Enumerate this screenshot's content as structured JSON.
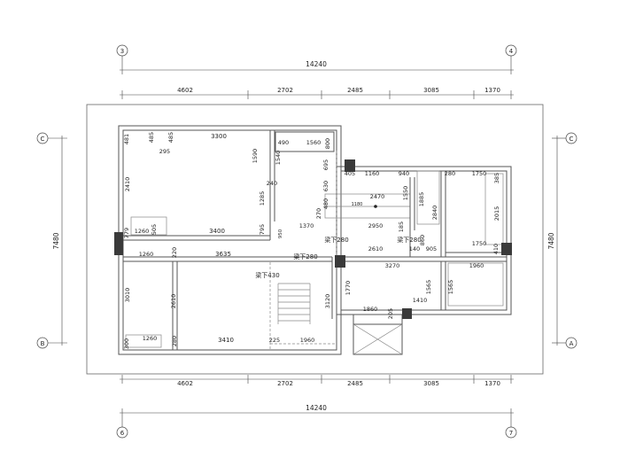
{
  "axes": {
    "top_left": "3",
    "top_right": "4",
    "bottom_left": "6",
    "bottom_right": "7",
    "left_top": "C",
    "left_bottom": "B",
    "right_top": "C",
    "right_bottom": "A"
  },
  "overall": {
    "top_total": "14240",
    "bottom_total": "14240",
    "left_total": "7480",
    "right_total": "7480"
  },
  "segments": {
    "top": [
      "4602",
      "2702",
      "2485",
      "3085",
      "1370"
    ],
    "bottom": [
      "4602",
      "2702",
      "2485",
      "3085",
      "1370"
    ]
  },
  "dims": {
    "d481": "481",
    "d485a": "485",
    "d485b": "485",
    "d3300": "3300",
    "d295": "295",
    "d1590": "1590",
    "d490": "490",
    "d1560": "1560",
    "d800": "800",
    "d1540": "1540",
    "d695": "695",
    "d405": "405",
    "d1160": "1160",
    "d940": "940",
    "d280a": "280",
    "d1750a": "1750",
    "d385": "385",
    "d2410": "2410",
    "d240": "240",
    "d630": "630",
    "d2470": "2470",
    "d1550": "1550",
    "d1885": "1885",
    "d1285": "1285",
    "d480": "480",
    "d1180": "1180",
    "d270": "270",
    "d2840": "2840",
    "d2015": "2015",
    "d779": "779",
    "d1260a": "1260",
    "d505": "505",
    "d3400": "3400",
    "d795": "795",
    "d950": "950",
    "d1370": "1370",
    "d2950": "2950",
    "d185": "185",
    "d1750b": "1750",
    "d2610a": "2610",
    "d860": "860",
    "d140": "140",
    "d905": "905",
    "d410": "410",
    "d1260b": "1260",
    "d220": "220",
    "d3635": "3635",
    "d3270": "3270",
    "d1960a": "1960",
    "d3010": "3010",
    "d2610b": "2610",
    "d1770": "1770",
    "d1565a": "1565",
    "d1565b": "1565",
    "d3120": "3120",
    "d1410": "1410",
    "d1860": "1860",
    "d205": "205",
    "d300": "300",
    "d1260c": "1260",
    "d280b": "280",
    "d3410": "3410",
    "d225": "225",
    "d1960b": "1960"
  },
  "beams": {
    "b280a": "梁下280",
    "b280b": "梁下280",
    "b280c": "梁下280",
    "b430": "梁下430"
  }
}
